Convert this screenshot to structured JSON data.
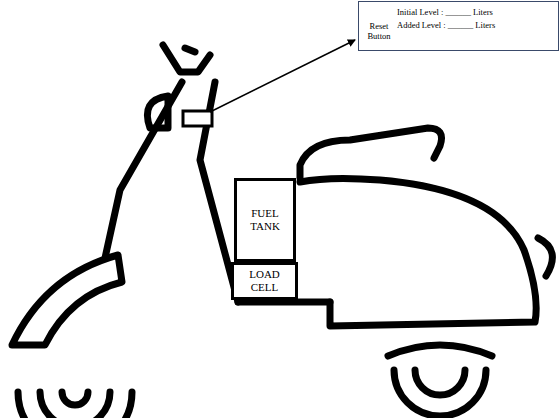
{
  "diagram": {
    "nodes": [
      {
        "text": [
          "Reset Button",
          "Initial Level : ______ Liters",
          "Added Level : ______ Liters"
        ]
      },
      {
        "text": [
          "FUEL TANK"
        ]
      },
      {
        "text": [
          "LOAD CELL"
        ]
      }
    ]
  }
}
